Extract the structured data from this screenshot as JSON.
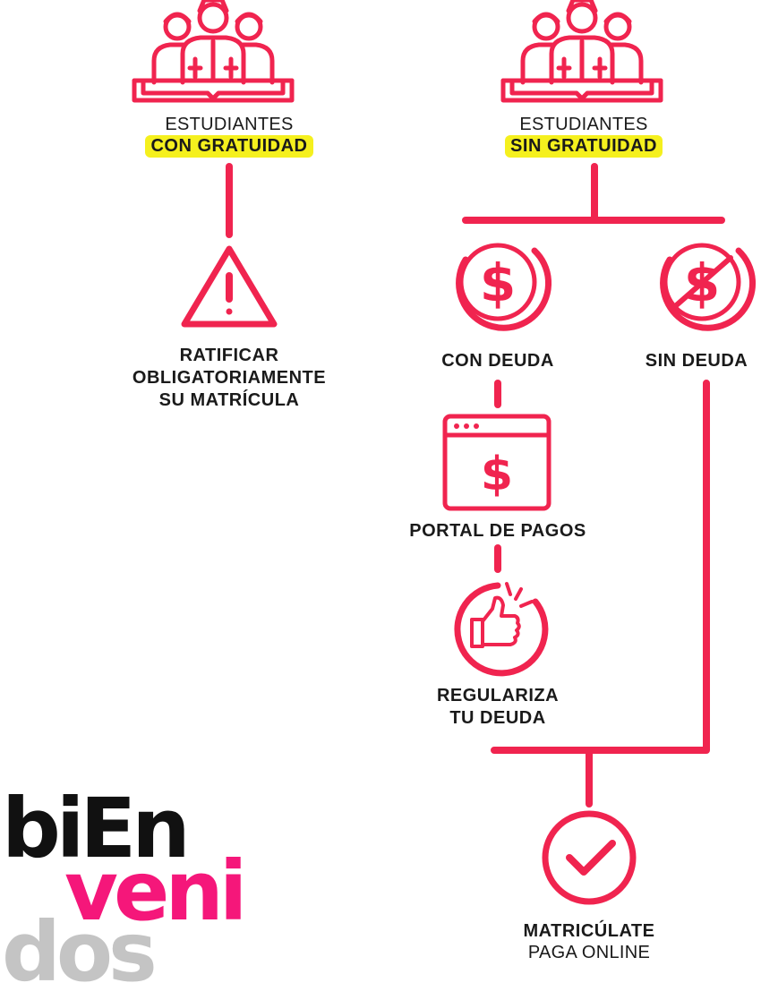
{
  "colors": {
    "accent": "#f0244f",
    "highlight": "#f5f01e",
    "text": "#1a1a1a",
    "logo_black": "#111111",
    "logo_pink": "#f5177a",
    "logo_gray": "#c4c4c4"
  },
  "left_branch": {
    "icon": "students-reading-icon",
    "line1": "ESTUDIANTES",
    "line2": "CON GRATUIDAD",
    "warning_icon": "warning-triangle-icon",
    "action": [
      "RATIFICAR",
      "OBLIGATORIAMENTE",
      "SU MATRÍCULA"
    ]
  },
  "right_branch": {
    "icon": "students-reading-icon",
    "line1": "ESTUDIANTES",
    "line2": "SIN GRATUIDAD",
    "with_debt": {
      "icon": "dollar-circle-icon",
      "label": "CON DEUDA"
    },
    "no_debt": {
      "icon": "no-dollar-circle-icon",
      "label": "SIN DEUDA"
    },
    "portal": {
      "icon": "browser-dollar-icon",
      "label": "PORTAL DE PAGOS"
    },
    "regularize": {
      "icon": "thumbs-up-circle-icon",
      "line1": "REGULARIZA",
      "line2": "TU DEUDA"
    },
    "final": {
      "icon": "checkmark-circle-icon",
      "line1": "MATRICÚLATE",
      "line2": "PAGA ONLINE"
    }
  },
  "logo": {
    "line1": "biEn",
    "line2": "veni",
    "line3": "dos"
  }
}
